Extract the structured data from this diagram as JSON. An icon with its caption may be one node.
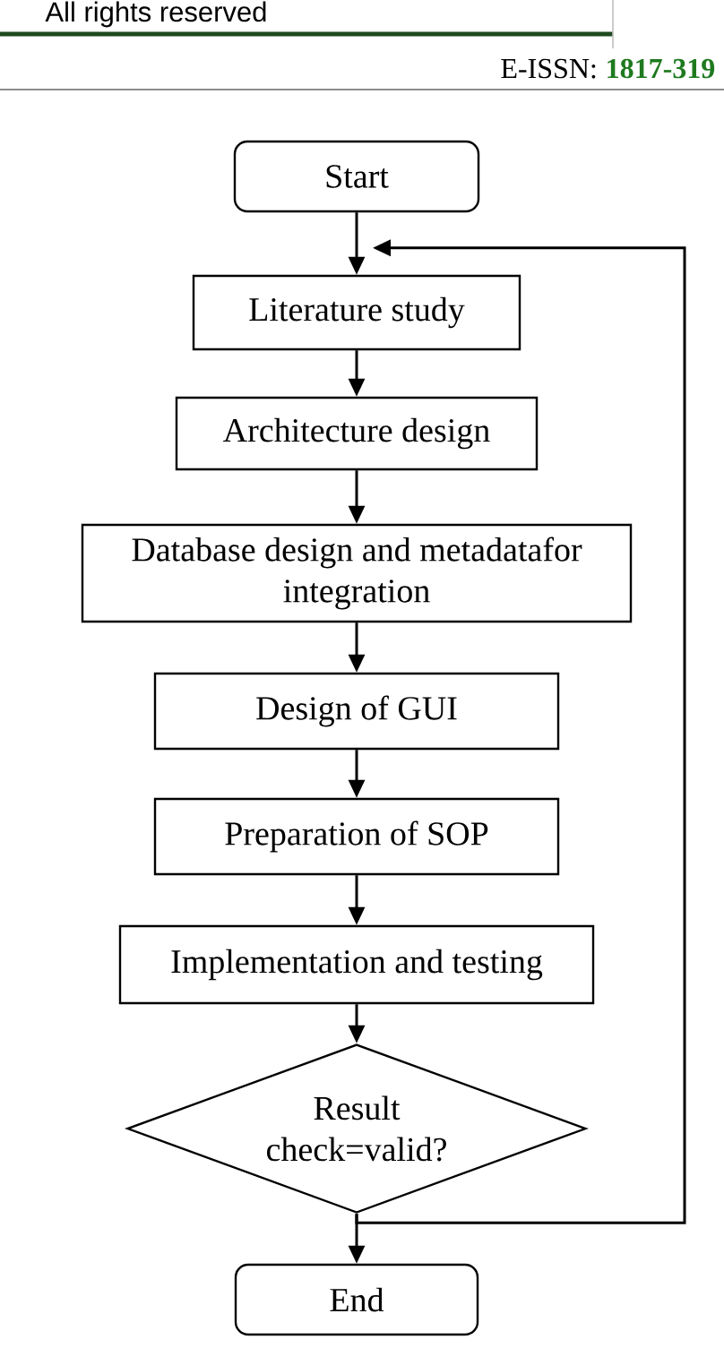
{
  "diagram": {
    "nodes": [
      {
        "text": [
          "Start"
        ]
      },
      {
        "text": [
          "Literature study"
        ]
      },
      {
        "text": [
          "Architecture design"
        ]
      },
      {
        "text": [
          "Database design and metadatafor integration"
        ]
      },
      {
        "text": [
          "Design of GUI"
        ]
      },
      {
        "text": [
          "Preparation of SOP"
        ]
      },
      {
        "text": [
          "Implementation and testing"
        ]
      },
      {
        "text": [
          "Result check=valid?"
        ]
      },
      {
        "text": [
          "End"
        ]
      }
    ],
    "edges": [
      {
        "from": 0,
        "to": 1,
        "arrow": "to"
      },
      {
        "from": 1,
        "to": 2,
        "arrow": "to"
      },
      {
        "from": 2,
        "to": 3,
        "arrow": "to"
      },
      {
        "from": 3,
        "to": 4,
        "arrow": "to"
      },
      {
        "from": 4,
        "to": 5,
        "arrow": "to"
      },
      {
        "from": 5,
        "to": 6,
        "arrow": "to"
      },
      {
        "from": 6,
        "to": 7,
        "arrow": "to"
      },
      {
        "from": 7,
        "to": 8,
        "arrow": "to"
      },
      {
        "from": 7,
        "to": 1,
        "arrow": "to"
      }
    ],
    "labels": [
      "All rights reserved",
      "E-ISSN:",
      "1817-319"
    ]
  }
}
